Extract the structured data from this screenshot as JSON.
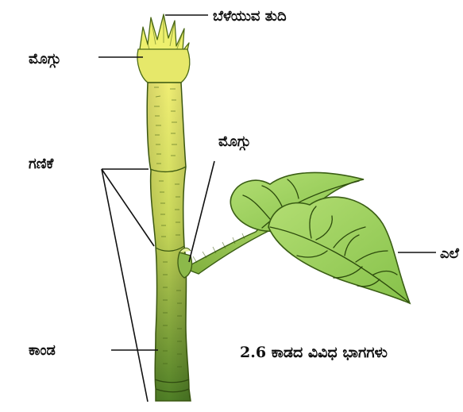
{
  "labels": {
    "growing_tip": "ಬೆಳೆಯುವ ತುದಿ",
    "bud_top": "ಮೊಗ್ಗು",
    "internode": "ಗಣಿಕೆ",
    "bud_axil": "ಮೊಗ್ಗು",
    "leaf": "ಎಲೆ",
    "stem": "ಕಾಂಡ"
  },
  "caption": "2.6 ಕಾಡದ ವಿವಿಧ ಭಾಗಗಳು",
  "colors": {
    "stem_top": "#e9ea6a",
    "stem_bottom": "#57872a",
    "leaf_fill": "#9bd05a",
    "leaf_edge": "#3a5e14",
    "line": "#111111"
  }
}
